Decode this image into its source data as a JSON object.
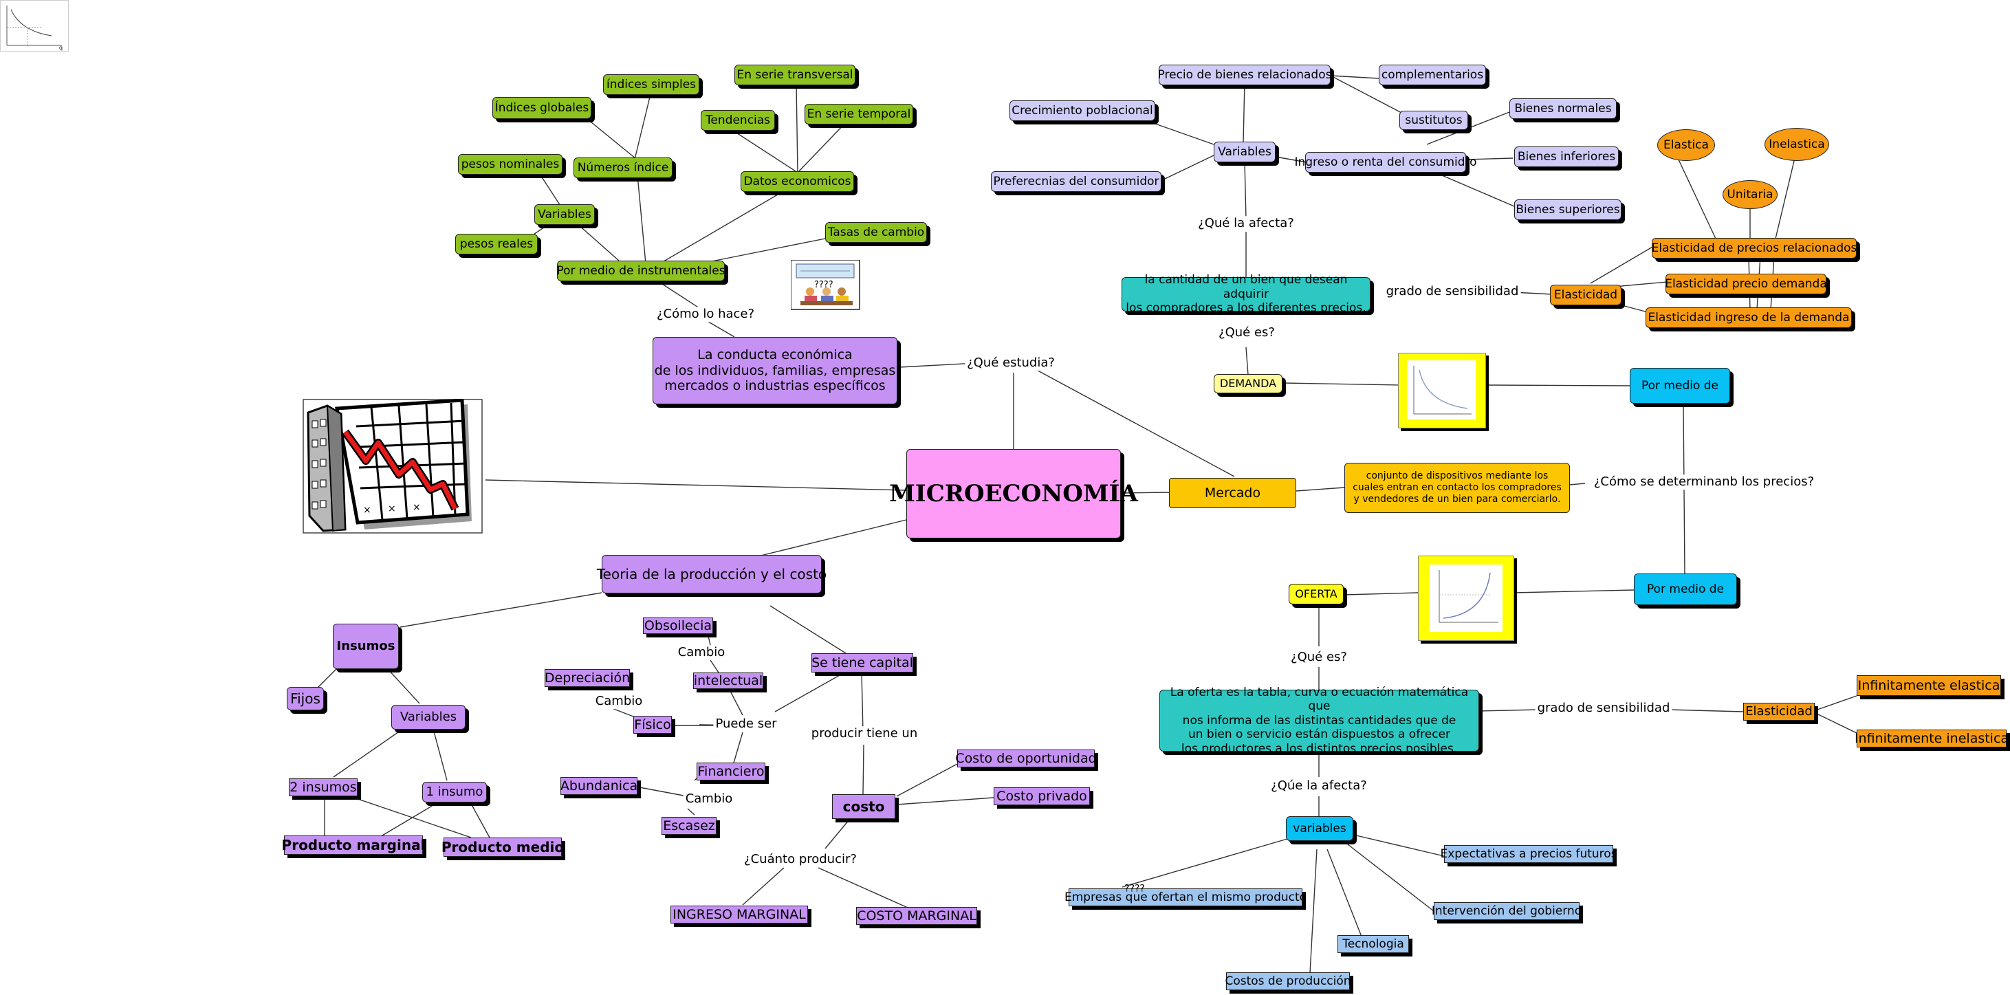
{
  "root": "MICROECONOMÍA",
  "links": {
    "que_estudia": "¿Qué estudia?",
    "como_lo_hace": "¿Cómo lo hace?",
    "que_la_afecta": "¿Qué la afecta?",
    "que_es_demanda": "¿Qué es?",
    "grado_sens_1": "grado de sensibilidad",
    "como_precios": "¿Cómo se determinanb los precios?",
    "que_es_oferta": "¿Qué es?",
    "grado_sens_2": "grado de sensibilidad",
    "que_la_afecta_2": "¿Qúe la afecta?",
    "cambio_1": "Cambio",
    "cambio_2": "Cambio",
    "cambio_3": "Cambio",
    "puede_ser": "Puede ser",
    "producir_tiene": "producir tiene un",
    "cuanto_producir": "¿Cuánto producir?",
    "question_marks": "????"
  },
  "green": {
    "indices_globales": "Índices globales",
    "indices_simples": "índices simples",
    "en_serie_transversal": "En serie transversal",
    "tendencias": "Tendencias",
    "en_serie_temporal": "En serie temporal",
    "pesos_nominales": "pesos nominales",
    "numeros_indice": "Números índice",
    "datos_economicos": "Datos economicos",
    "variables": "Variables",
    "pesos_reales": "pesos reales",
    "tasas_de_cambio": "Tasas de cambio",
    "por_medio_instrumentales": "Por medio de instrumentales"
  },
  "conducta": "La conducta económica\nde los individuos, familias, empresas\nmercados o industrias específicos",
  "lavender": {
    "precio_bienes_relacionados": "Precio de bienes relacionados",
    "complementarios": "complementarios",
    "crecimiento_poblacional": "Crecimiento poblacional",
    "sustitutos": "sustitutos",
    "bienes_normales": "Bienes normales",
    "variables": "Variables",
    "ingreso_renta": "Ingreso o renta del consumidro",
    "bienes_inferiores": "Bienes inferiores",
    "preferencias": "Preferecnias del consumidor",
    "bienes_superiores": "Bienes superiores"
  },
  "orange": {
    "elastica": "Elastica",
    "inelastica": "Inelastica",
    "unitaria": "Unitaria",
    "elasticidad_precios_relacionados": "Elasticidad de precios relacionados",
    "elasticidad_precio_demanda": "Elasticidad precio demanda",
    "elasticidad_ingreso": "Elasticidad ingreso de la demanda",
    "elasticidad": "Elasticidad",
    "elasticidad_2": "Elasticidad",
    "infinitamente_elastica": "Infinitamente elastica",
    "infinitamente_inelastica": "Infinitamente inelastica"
  },
  "demanda_def": "la cantidad de un bien que desean adquirir\nlos compradores a los diferentes precios.",
  "demanda": "DEMANDA",
  "por_medio_de_1": "Por medio de",
  "por_medio_de_2": "Por medio de",
  "mercado": "Mercado",
  "mercado_def": "conjunto de dispositivos mediante los\ncuales  entran en contacto los compradores\ny vendedores de un bien para comerciarlo.",
  "oferta": "OFERTA",
  "oferta_def": "La oferta es la tabla, curva o ecuación matemática que\nnos informa  de las distintas cantidades que de\nun bien o servicio están dispuestos a ofrecer\nlos productores a los distintos precios posibles.",
  "blue": {
    "variables": "variables",
    "expectativas": "Expectativas a precios futuros",
    "empresas": "Empresas que ofertan el mismo producto",
    "intervencion": "Intervención del gobierno",
    "tecnologia": "Tecnologia",
    "costos_produccion": "Costos de producción"
  },
  "purple": {
    "teoria": "Teoria de la producción y el costo",
    "insumos": "Insumos",
    "fijos": "Fijos",
    "variables": "Variables",
    "dos_insumos": "2 insumos",
    "un_insumo": "1 insumo",
    "producto_marginal": "Producto marginal",
    "producto_medio": "Producto  medio",
    "obsolescencia": "Obsoilecia",
    "intelectual": "intelectual",
    "depreciacion": "Depreciación",
    "fisico": "Físico",
    "financiero": "Financiero",
    "abundancia": "Abundanica",
    "escasez": "Escasez",
    "se_tiene_capital": "Se tiene capital",
    "costo": "costo",
    "costo_oportunidad": "Costo de oportunidad",
    "costo_privado": "Costo privado",
    "ingreso_marginal": "INGRESO MARGINAL",
    "costo_marginal": "COSTO MARGINAL"
  },
  "colors": {
    "root": "#fd9bf6",
    "green": "#8dc21f",
    "lavender": "#cfcdf7",
    "purple": "#c591f3",
    "orange": "#f79b13",
    "cyan": "#08c0f3",
    "light_blue": "#9ec5f0",
    "teal": "#2ec8c2",
    "mercado": "#fcc603",
    "demanda": "#fffb9a",
    "oferta": "#fffb1f",
    "picture_frame": "#ffff00"
  },
  "icons": [
    "falling-chart-clipart-icon",
    "people-clipart-icon",
    "demand-curve-icon",
    "supply-curve-icon",
    "thumbnail-chart-icon"
  ]
}
